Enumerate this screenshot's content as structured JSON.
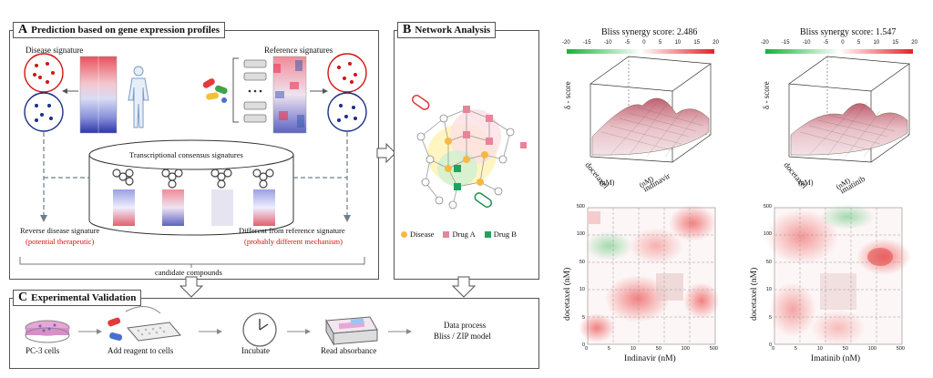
{
  "panel_a": {
    "letter": "A",
    "title": "Prediction based on gene expression profiles",
    "disease_signature": "Disease signature",
    "reference_signatures": "Reference signatures",
    "consensus": "Transcriptional consensus signatures",
    "reverse": "Reverse disease signature",
    "reverse_note": "(potential therapeutic)",
    "different": "Different from reference signature",
    "different_note": "(probably different mechanism)",
    "candidates": "candidate compounds"
  },
  "panel_b": {
    "letter": "B",
    "title": "Network Analysis",
    "legend": [
      "Disease",
      "Drug A",
      "Drug B"
    ],
    "legend_colors": [
      "#f5b942",
      "#e8839b",
      "#1fa35c"
    ]
  },
  "panel_c": {
    "letter": "C",
    "title": "Experimental Validation",
    "steps": [
      "PC-3 cells",
      "Add reagent to cells",
      "Incubate",
      "Read absorbance"
    ],
    "final_line1": "Data process",
    "final_line2": "Bliss / ZIP model"
  },
  "synergy": {
    "left": {
      "score_label": "Bliss synergy score: 2.486",
      "drug_x": "indinavir",
      "drug_x_cap": "Indinavir (nM)",
      "drug_y": "docetaxel",
      "drug_y_label": "docetaxel (nM)",
      "z_label": "δ - score"
    },
    "right": {
      "score_label": "Bliss synergy score: 1.547",
      "drug_x": "imatinib",
      "drug_x_cap": "Imatinib (nM)",
      "drug_y": "docetaxel",
      "drug_y_label": "docetaxel (nM)",
      "z_label": "δ - score"
    },
    "colorbar_ticks": [
      "-20",
      "-15",
      "-10",
      "-5",
      "0",
      "5",
      "10",
      "15",
      "20"
    ],
    "x_ticks": [
      "0",
      "5",
      "10",
      "50",
      "100",
      "500"
    ],
    "y_ticks": [
      "0",
      "5",
      "10",
      "50",
      "100",
      "500"
    ],
    "unit_nM": "(nM)",
    "colors": {
      "low": "#12b23a",
      "mid": "#ffffff",
      "high": "#e4222b"
    }
  }
}
